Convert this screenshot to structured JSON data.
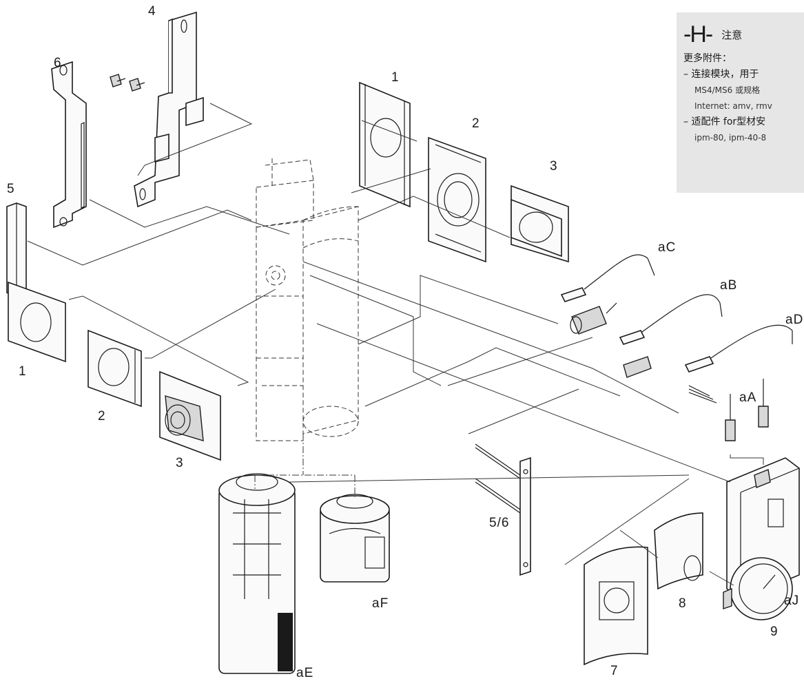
{
  "note": {
    "icon": "-H-",
    "title": "注意",
    "lines": [
      "更多附件：",
      "– 连接模块，用于",
      "MS4/MS6 或规格",
      "Internet: amv, rmv",
      "– 适配件 for型材安",
      "ipm-80, ipm-40-8"
    ]
  },
  "labels": {
    "l4": "4",
    "l6": "6",
    "l5": "5",
    "l1_top": "1",
    "l2_top": "2",
    "l3_top": "3",
    "l1_left": "1",
    "l2_left": "2",
    "l3_left": "3",
    "aC": "aC",
    "aB": "aB",
    "aD": "aD",
    "aA": "aA",
    "l56": "5/6",
    "aJ": "aJ",
    "l7": "7",
    "l8": "8",
    "l9": "9",
    "aE": "aE",
    "aF": "aF"
  }
}
